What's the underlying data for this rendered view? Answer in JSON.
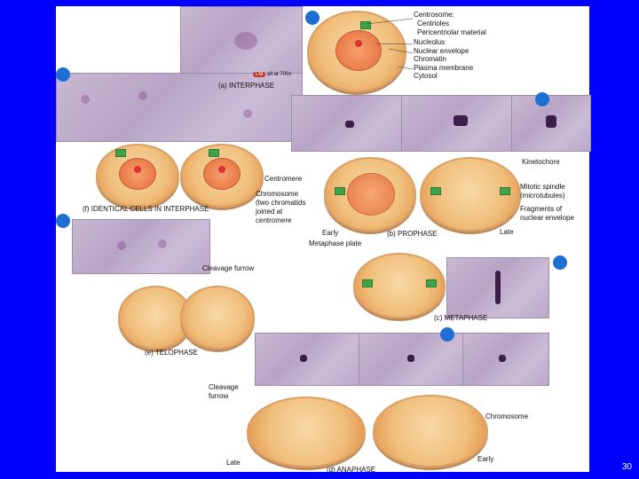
{
  "page_number": "30",
  "magnification": {
    "badge": "LM",
    "text": "all at 700x"
  },
  "stages": {
    "interphase": "(a) INTERPHASE",
    "identical_cells": "(f) IDENTICAL CELLS IN INTERPHASE",
    "prophase": "(b) PROPHASE",
    "metaphase": "(c) METAPHASE",
    "telophase": "(e) TELOPHASE",
    "anaphase": "(d) ANAPHASE"
  },
  "labels": {
    "centrosome": "Centrosome:",
    "centrioles": "Centrioles",
    "pericentriolar": "Pericentriolar material",
    "nucleolus": "Nucleolus",
    "nuclear_envelope": "Nuclear envelope",
    "chromatin": "Chromatin",
    "plasma_membrane": "Plasma membrane",
    "cytosol": "Cytosol",
    "kinetochore": "Kinetochore",
    "centromere": "Centromere",
    "mitotic_spindle_1": "Mitotic spindle",
    "mitotic_spindle_2": "(microtubules)",
    "chromosome_pair_1": "Chromosome",
    "chromosome_pair_2": "(two chromatids",
    "chromosome_pair_3": "joined at",
    "chromosome_pair_4": "centromere",
    "fragments_1": "Fragments of",
    "fragments_2": "nuclear envelope",
    "early_prophase": "Early",
    "late_prophase": "Late",
    "metaphase_plate": "Metaphase plate",
    "cleavage_furrow_1": "Cleavage furrow",
    "cleavage_furrow_2a": "Cleavage",
    "cleavage_furrow_2b": "furrow",
    "chromosome": "Chromosome",
    "late_anaphase": "Late",
    "early_anaphase": "Early"
  }
}
